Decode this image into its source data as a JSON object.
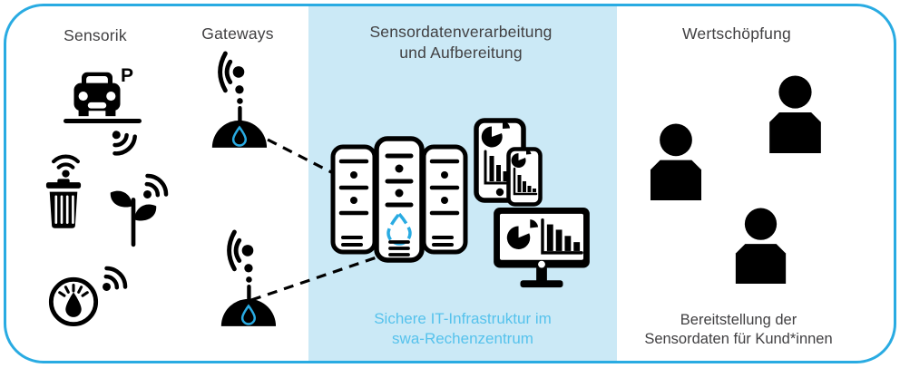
{
  "colors": {
    "border": "#29ABE2",
    "processing_band_bg": "#CBE9F6",
    "accent_text": "#56C2EC",
    "heading_text": "#414042",
    "icon_color": "#000000",
    "logo_droplet": "#29ABE2"
  },
  "sections": {
    "sensorik": {
      "title": "Sensorik",
      "parking_label": "P",
      "icon_names": [
        "parking-car-sensor-icon",
        "wifi-signal-icon",
        "waste-bin-sensor-icon",
        "plant-sensor-icon",
        "water-meter-sensor-icon"
      ]
    },
    "gateways": {
      "title": "Gateways",
      "icon_names": [
        "gateway-antenna-icon",
        "gateway-antenna-icon"
      ]
    },
    "processing": {
      "title_line1": "Sensordatenverarbeitung",
      "title_line2": "und Aufbereitung",
      "caption_line1": "Sichere IT-Infrastruktur im",
      "caption_line2": "swa-Rechenzentrum",
      "icon_names": [
        "server-rack-icon",
        "smartphone-analytics-icon",
        "smartphone-analytics-icon",
        "monitor-analytics-icon"
      ]
    },
    "wertschoepfung": {
      "title": "Wertschöpfung",
      "caption_line1": "Bereitstellung der",
      "caption_line2": "Sensordaten für Kund*innen",
      "icon_names": [
        "customer-person-icon",
        "customer-person-icon",
        "customer-person-icon"
      ]
    }
  }
}
